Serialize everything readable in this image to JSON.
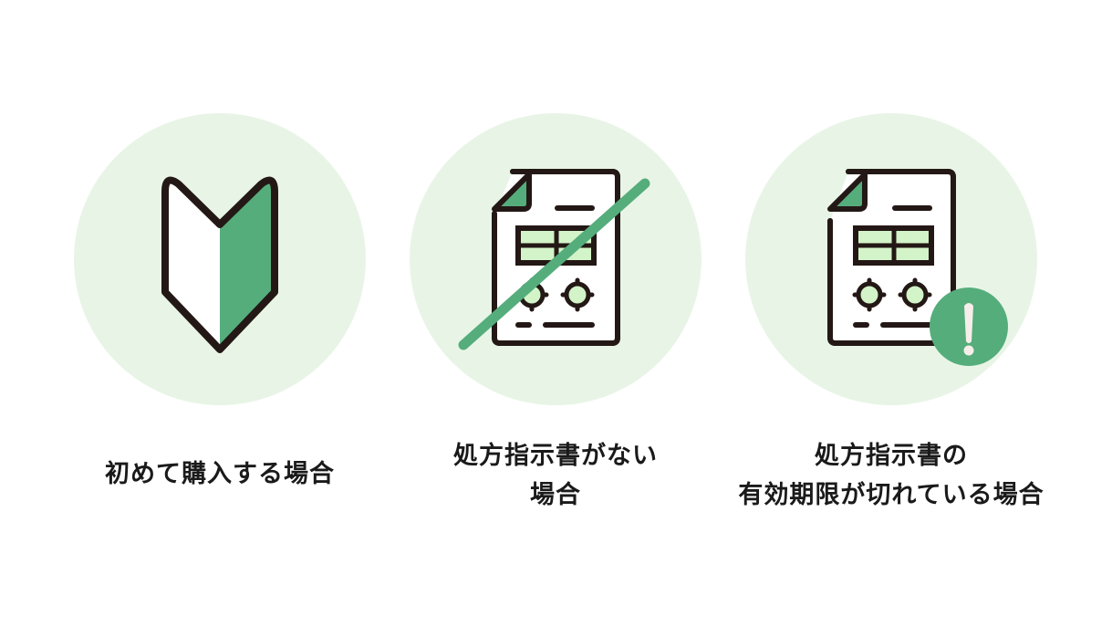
{
  "colors": {
    "circle_bg": "#e8f5e6",
    "accent_green": "#55ad7c",
    "light_green": "#d3f3c8",
    "outline": "#231815",
    "white": "#ffffff"
  },
  "cards": [
    {
      "icon": "beginner-mark-icon",
      "label_lines": [
        "初めて購入する場合"
      ]
    },
    {
      "icon": "no-prescription-icon",
      "label_lines": [
        "処方指示書がない",
        "場合"
      ]
    },
    {
      "icon": "expired-prescription-icon",
      "label_lines": [
        "処方指示書の",
        "有効期限が切れている場合"
      ]
    }
  ]
}
